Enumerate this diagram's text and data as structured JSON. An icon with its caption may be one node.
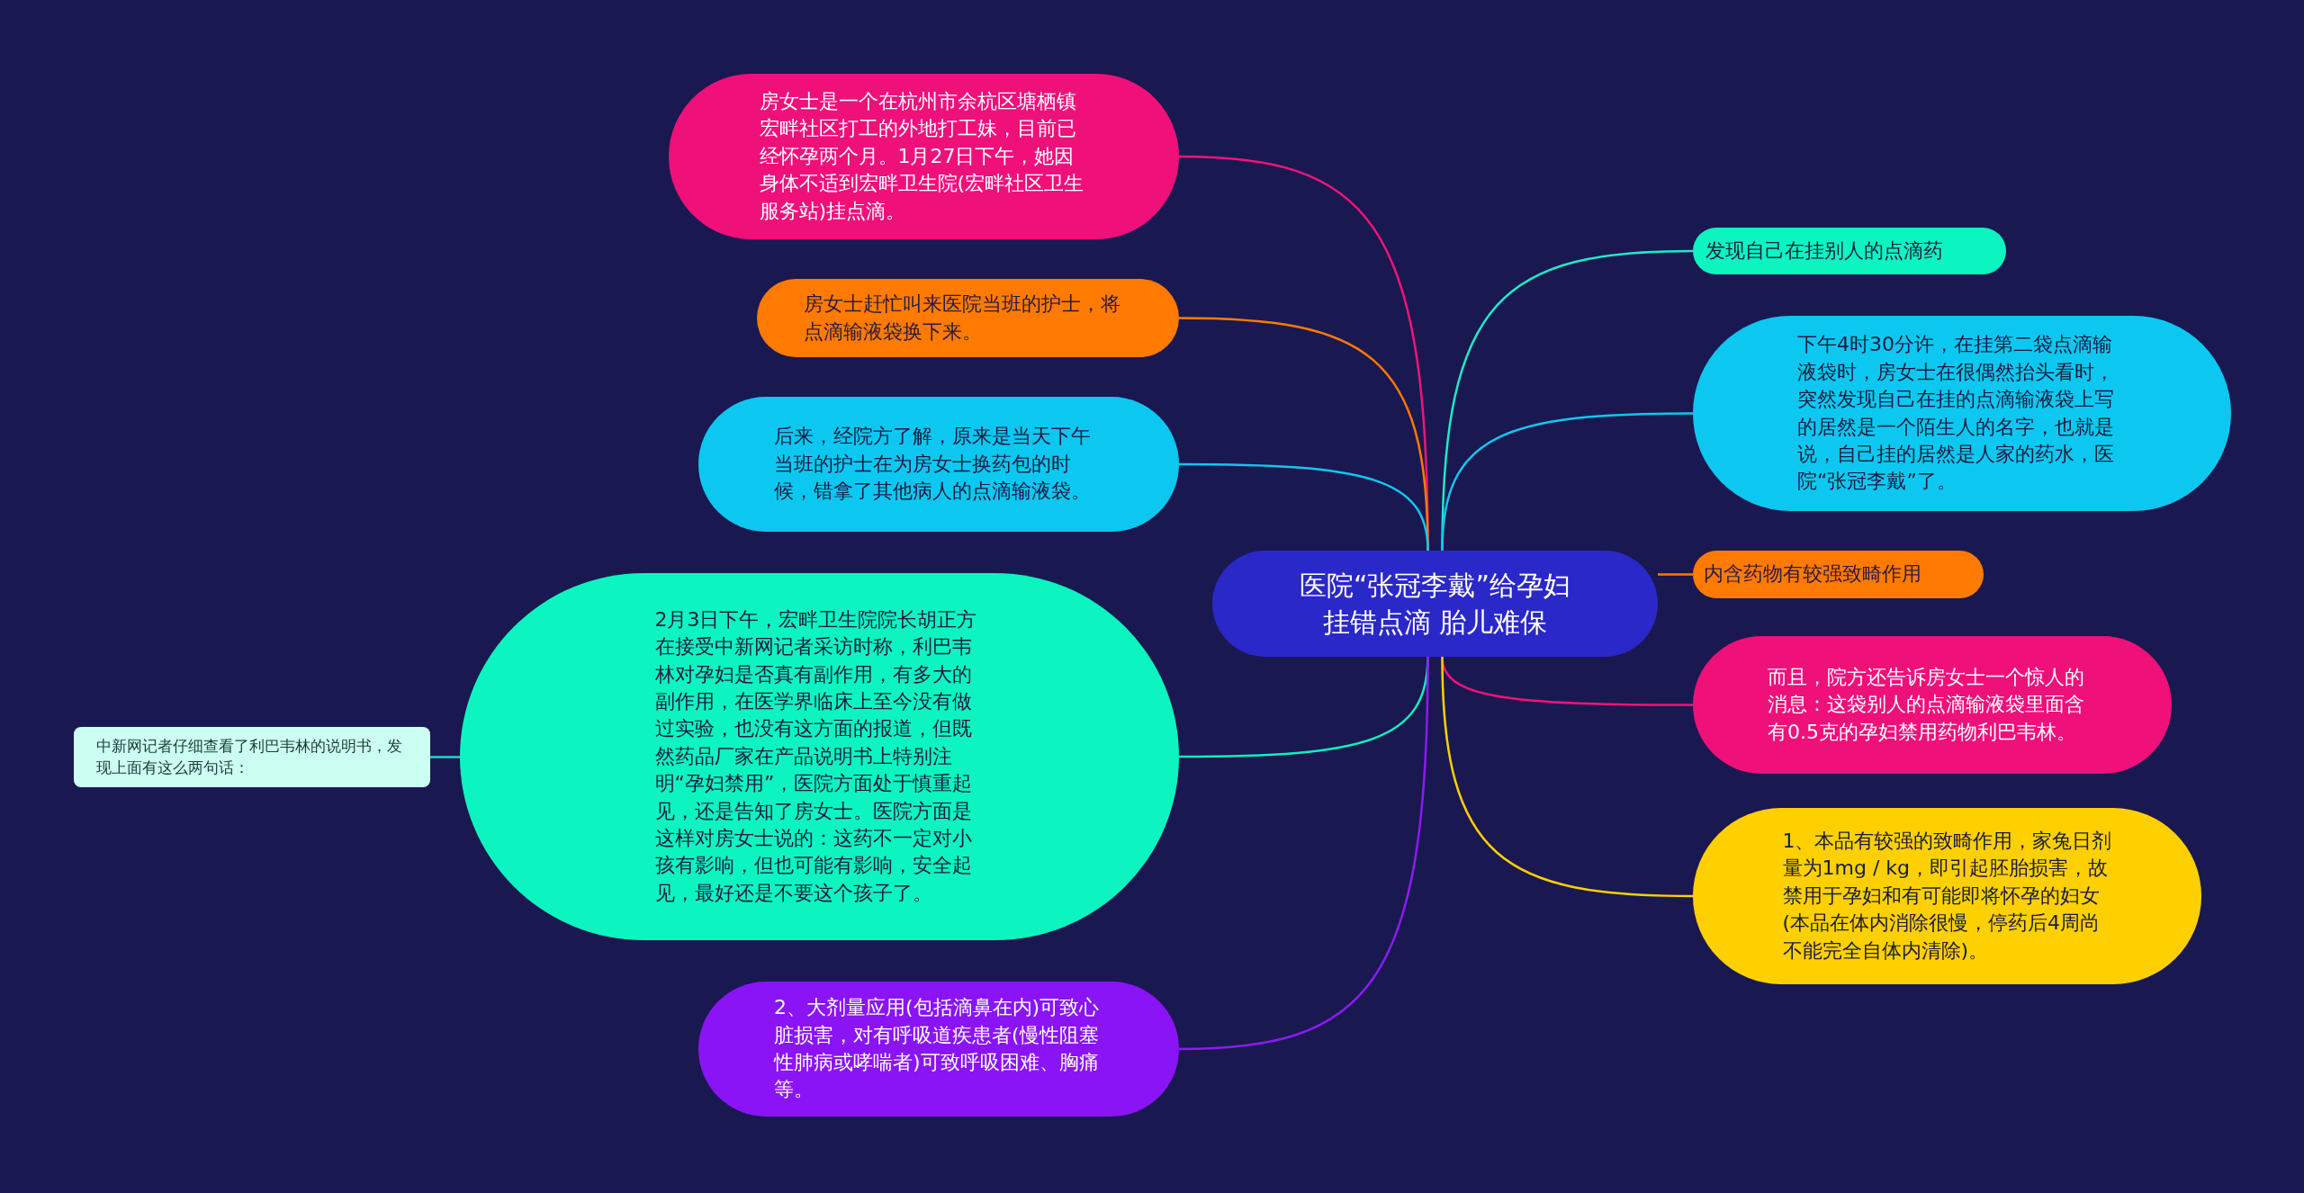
{
  "diagram": {
    "nodes": [
      {
        "text": [
          "医院“张冠李戴”给孕妇挂错点滴 胎儿难保"
        ]
      },
      {
        "text": [
          "房女士是一个在杭州市余杭区塘栖镇宏畔社区打工的外地打工妹，目前已经怀孕两个月。1月27日下午，她因身体不适到宏畔卫生院(宏畔社区卫生服务站)挂点滴。"
        ]
      },
      {
        "text": [
          "房女士赶忙叫来医院当班的护士，将点滴输液袋换下来。"
        ]
      },
      {
        "text": [
          "后来，经院方了解，原来是当天下午当班的护士在为房女士换药包的时候，错拿了其他病人的点滴输液袋。"
        ]
      },
      {
        "text": [
          "2月3日下午，宏畔卫生院院长胡正方在接受中新网记者采访时称，利巴韦林对孕妇是否真有副作用，有多大的副作用，在医学界临床上至今没有做过实验，也没有这方面的报道，但既然药品厂家在产品说明书上特别注明“孕妇禁用”，医院方面处于慎重起见，还是告知了房女士。医院方面是这样对房女士说的：这药不一定对小孩有影响，但也可能有影响，安全起见，最好还是不要这个孩子了。"
        ]
      },
      {
        "text": [
          "中新网记者仔细查看了利巴韦林的说明书，发现上面有这么两句话："
        ]
      },
      {
        "text": [
          "2、大剂量应用(包括滴鼻在内)可致心脏损害，对有呼吸道疾患者(慢性阻塞性肺病或哮喘者)可致呼吸困难、胸痛等。"
        ]
      },
      {
        "text": [
          "发现自己在挂别人的点滴药"
        ]
      },
      {
        "text": [
          "下午4时30分许，在挂第二袋点滴输液袋时，房女士在很偶然抬头看时，突然发现自己在挂的点滴输液袋上写的居然是一个陌生人的名字，也就是说，自己挂的居然是人家的药水，医院“张冠李戴”了。"
        ]
      },
      {
        "text": [
          "内含药物有较强致畸作用"
        ]
      },
      {
        "text": [
          "而且，院方还告诉房女士一个惊人的消息：这袋别人的点滴输液袋里面含有0.5克的孕妇禁用药物利巴韦林。"
        ]
      },
      {
        "text": [
          "1、本品有较强的致畸作用，家兔日剂量为1mg / kg，即引起胚胎损害，故禁用于孕妇和有可能即将怀孕的妇女(本品在体内消除很慢，停药后4周尚不能完全自体内清除)。"
        ]
      }
    ],
    "edges": [
      {
        "from": 0,
        "to": 1,
        "arrow": "none",
        "color": "#f0147a"
      },
      {
        "from": 0,
        "to": 2,
        "arrow": "none",
        "color": "#ff7a00"
      },
      {
        "from": 0,
        "to": 3,
        "arrow": "none",
        "color": "#10c8f0"
      },
      {
        "from": 0,
        "to": 4,
        "arrow": "none",
        "color": "#10f0c0"
      },
      {
        "from": 4,
        "to": 5,
        "arrow": "none",
        "color": "#20d8c8"
      },
      {
        "from": 0,
        "to": 6,
        "arrow": "none",
        "color": "#8a1cf0"
      },
      {
        "from": 0,
        "to": 7,
        "arrow": "none",
        "color": "#20e8c8"
      },
      {
        "from": 0,
        "to": 8,
        "arrow": "none",
        "color": "#10c8f0"
      },
      {
        "from": 0,
        "to": 9,
        "arrow": "none",
        "color": "#ff7a00"
      },
      {
        "from": 0,
        "to": 10,
        "arrow": "none",
        "color": "#f0147a"
      },
      {
        "from": 0,
        "to": 11,
        "arrow": "none",
        "color": "#ffd000"
      }
    ]
  }
}
